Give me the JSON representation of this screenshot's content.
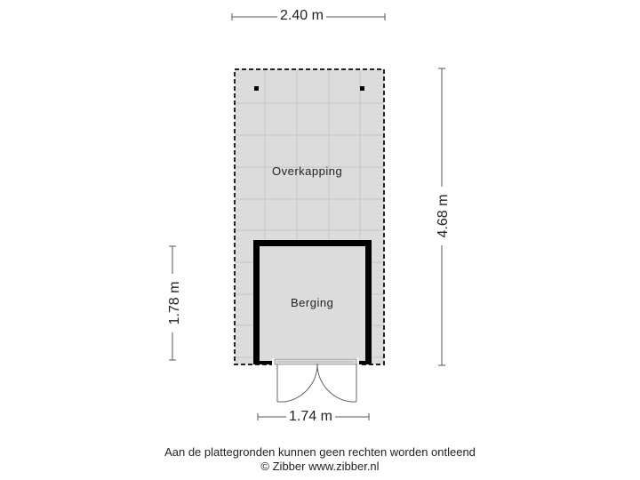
{
  "dimensions": {
    "top_width": "2.40 m",
    "right_height": "4.68 m",
    "left_height": "1.78 m",
    "bottom_width": "1.74 m"
  },
  "rooms": [
    {
      "name": "Overkapping"
    },
    {
      "name": "Berging"
    }
  ],
  "footer": {
    "disclaimer": "Aan de plattegronden kunnen geen rechten worden ontleend",
    "copyright": "© Zibber www.zibber.nl"
  },
  "colors": {
    "floor_fill": "#dcdcdc",
    "wall": "#000000",
    "grid_line": "#b8b8b8",
    "dim_line": "#555555"
  }
}
